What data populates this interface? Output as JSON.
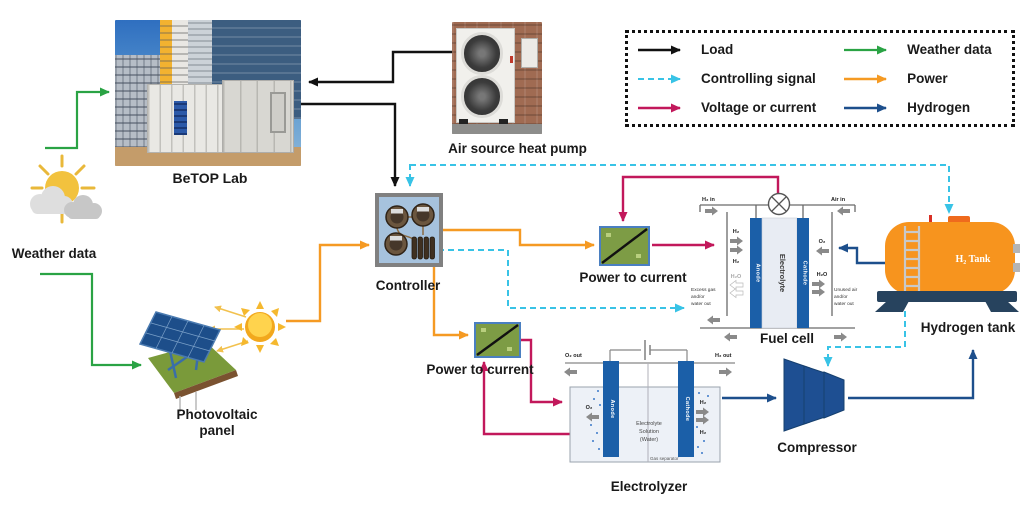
{
  "colors": {
    "load": "#111111",
    "controlling_signal": "#38c3e6",
    "voltage_or_current": "#c2185b",
    "weather_data": "#2aa344",
    "power": "#f59a23",
    "hydrogen": "#1d4f8c",
    "sun_ray": "#f2c14e",
    "tank": "#f7941e",
    "electrode": "#1b5fa8",
    "converter": "#7d9c45"
  },
  "legend": {
    "items": [
      {
        "id": "load",
        "label": "Load"
      },
      {
        "id": "weather",
        "label": "Weather data"
      },
      {
        "id": "ctrl",
        "label": "Controlling signal"
      },
      {
        "id": "power",
        "label": "Power"
      },
      {
        "id": "volt",
        "label": "Voltage or current"
      },
      {
        "id": "h2",
        "label": "Hydrogen"
      }
    ]
  },
  "nodes": {
    "weather_data": "Weather data",
    "betop_lab": "BeTOP Lab",
    "heat_pump": "Air source heat pump",
    "controller": "Controller",
    "ptc_top": "Power to current",
    "ptc_bottom": "Power to current",
    "fuel_cell": "Fuel cell",
    "electrolyzer": "Electrolyzer",
    "compressor": "Compressor",
    "hydrogen_tank": "Hydrogen tank",
    "pv_line1": "Photovoltaic",
    "pv_line2": "panel"
  },
  "fuel_cell": {
    "h2_in": "H₂ in",
    "air_in": "Air in",
    "h2_a": "H₂",
    "h2_b": "H₂",
    "h2o_left": "H₂O",
    "o2": "O₂",
    "h2o_right": "H₂O",
    "anode": "Anode",
    "cathode": "Cathode",
    "electrolyte": "Electrolyte",
    "excess": [
      "Excess gas",
      "and/or",
      "water out"
    ],
    "unused": [
      "Unused air",
      "and/or",
      "water out"
    ]
  },
  "electrolyzer": {
    "o2_out": "O₂ out",
    "h2_out": "H₂ out",
    "anode": "Anode",
    "cathode": "Cathode",
    "sol": [
      "Electrolyte",
      "Solution",
      "(Water)"
    ],
    "gas_separator": "Gas separator",
    "o2": "O₂",
    "h2_a": "H₂",
    "h2_b": "H₂"
  },
  "tank": {
    "label": "H₂ Tank"
  }
}
